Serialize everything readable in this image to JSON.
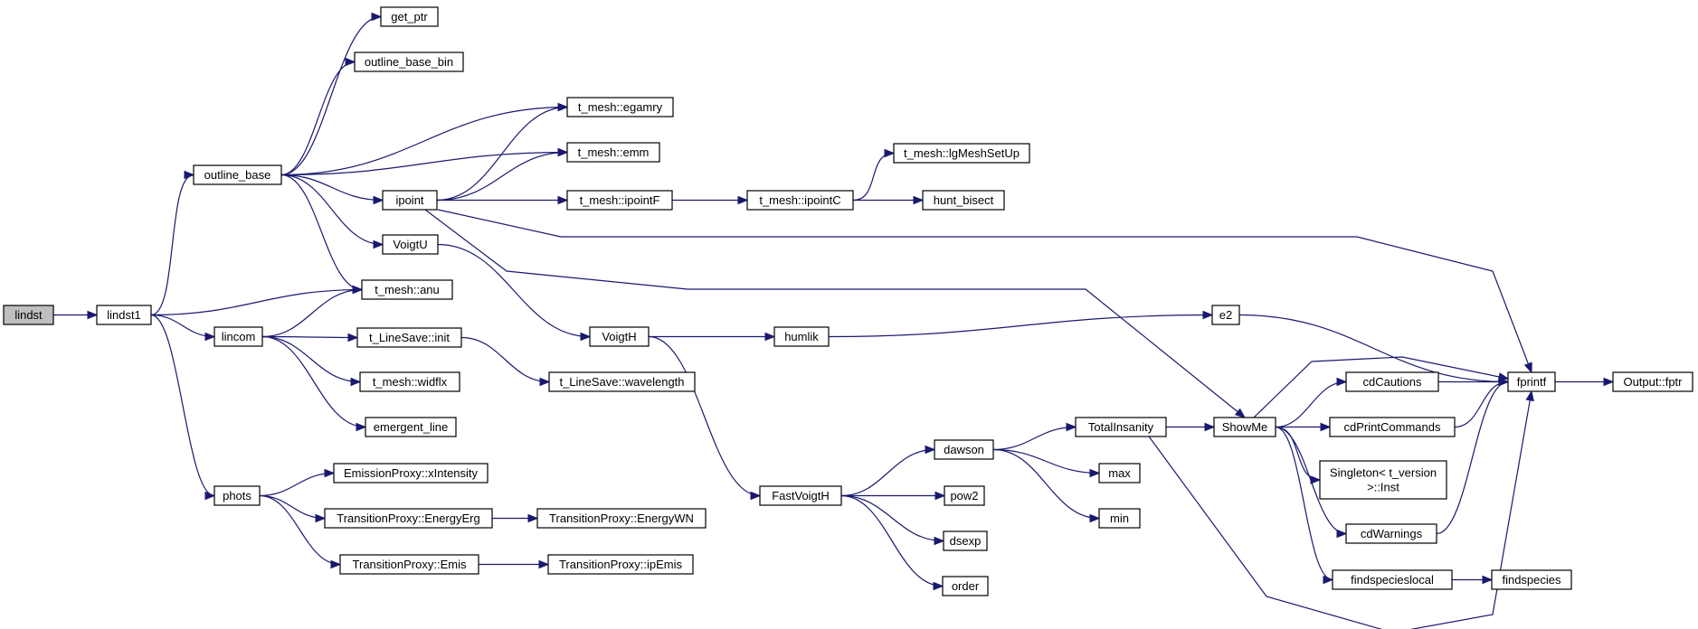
{
  "diagram": {
    "type": "call-graph",
    "edge_color": "#191970",
    "root_fill": "#bfbfbf",
    "nodes": [
      {
        "id": "lindst",
        "label": "lindst",
        "root": true
      },
      {
        "id": "lindst1",
        "label": "lindst1"
      },
      {
        "id": "outline_base",
        "label": "outline_base"
      },
      {
        "id": "lincom",
        "label": "lincom"
      },
      {
        "id": "phots",
        "label": "phots"
      },
      {
        "id": "get_ptr",
        "label": "get_ptr"
      },
      {
        "id": "outline_base_bin",
        "label": "outline_base_bin"
      },
      {
        "id": "egamry",
        "label": "t_mesh::egamry"
      },
      {
        "id": "emm",
        "label": "t_mesh::emm"
      },
      {
        "id": "ipoint",
        "label": "ipoint"
      },
      {
        "id": "VoigtU",
        "label": "VoigtU"
      },
      {
        "id": "anu",
        "label": "t_mesh::anu"
      },
      {
        "id": "ls_init",
        "label": "t_LineSave::init"
      },
      {
        "id": "widflx",
        "label": "t_mesh::widflx"
      },
      {
        "id": "emergent_line",
        "label": "emergent_line"
      },
      {
        "id": "xIntensity",
        "label": "EmissionProxy::xIntensity"
      },
      {
        "id": "EnergyErg",
        "label": "TransitionProxy::EnergyErg"
      },
      {
        "id": "Emis",
        "label": "TransitionProxy::Emis"
      },
      {
        "id": "ipointF",
        "label": "t_mesh::ipointF"
      },
      {
        "id": "ipointC",
        "label": "t_mesh::ipointC"
      },
      {
        "id": "lgMeshSetUp",
        "label": "t_mesh::lgMeshSetUp"
      },
      {
        "id": "hunt_bisect",
        "label": "hunt_bisect"
      },
      {
        "id": "VoigtH",
        "label": "VoigtH"
      },
      {
        "id": "wavelength",
        "label": "t_LineSave::wavelength"
      },
      {
        "id": "EnergyWN",
        "label": "TransitionProxy::EnergyWN"
      },
      {
        "id": "ipEmis",
        "label": "TransitionProxy::ipEmis"
      },
      {
        "id": "humlik",
        "label": "humlik"
      },
      {
        "id": "e2",
        "label": "e2"
      },
      {
        "id": "FastVoigtH",
        "label": "FastVoigtH"
      },
      {
        "id": "dawson",
        "label": "dawson"
      },
      {
        "id": "pow2",
        "label": "pow2"
      },
      {
        "id": "dsexp",
        "label": "dsexp"
      },
      {
        "id": "order",
        "label": "order"
      },
      {
        "id": "TotalInsanity",
        "label": "TotalInsanity"
      },
      {
        "id": "max",
        "label": "max"
      },
      {
        "id": "min",
        "label": "min"
      },
      {
        "id": "ShowMe",
        "label": "ShowMe"
      },
      {
        "id": "cdCautions",
        "label": "cdCautions"
      },
      {
        "id": "cdPrintCommands",
        "label": "cdPrintCommands"
      },
      {
        "id": "Singleton",
        "label": "Singleton< t_version\n>::Inst"
      },
      {
        "id": "cdWarnings",
        "label": "cdWarnings"
      },
      {
        "id": "findspecieslocal",
        "label": "findspecieslocal"
      },
      {
        "id": "findspecies",
        "label": "findspecies"
      },
      {
        "id": "fprintf",
        "label": "fprintf"
      },
      {
        "id": "fptr",
        "label": "Output::fptr"
      }
    ],
    "edges": [
      [
        "lindst",
        "lindst1"
      ],
      [
        "lindst1",
        "outline_base"
      ],
      [
        "lindst1",
        "anu"
      ],
      [
        "lindst1",
        "lincom"
      ],
      [
        "lindst1",
        "phots"
      ],
      [
        "outline_base",
        "get_ptr"
      ],
      [
        "outline_base",
        "outline_base_bin"
      ],
      [
        "outline_base",
        "egamry"
      ],
      [
        "outline_base",
        "emm"
      ],
      [
        "outline_base",
        "ipoint"
      ],
      [
        "outline_base",
        "VoigtU"
      ],
      [
        "outline_base",
        "anu"
      ],
      [
        "lincom",
        "anu"
      ],
      [
        "lincom",
        "ls_init"
      ],
      [
        "lincom",
        "widflx"
      ],
      [
        "lincom",
        "emergent_line"
      ],
      [
        "phots",
        "xIntensity"
      ],
      [
        "phots",
        "EnergyErg"
      ],
      [
        "phots",
        "Emis"
      ],
      [
        "ipoint",
        "egamry"
      ],
      [
        "ipoint",
        "emm"
      ],
      [
        "ipoint",
        "ipointF"
      ],
      [
        "ipoint",
        "fprintf"
      ],
      [
        "ipoint",
        "ShowMe"
      ],
      [
        "ipointF",
        "ipointC"
      ],
      [
        "ipointC",
        "lgMeshSetUp"
      ],
      [
        "ipointC",
        "hunt_bisect"
      ],
      [
        "VoigtU",
        "VoigtH"
      ],
      [
        "ls_init",
        "wavelength"
      ],
      [
        "EnergyErg",
        "EnergyWN"
      ],
      [
        "Emis",
        "ipEmis"
      ],
      [
        "VoigtH",
        "humlik"
      ],
      [
        "VoigtH",
        "FastVoigtH"
      ],
      [
        "humlik",
        "e2"
      ],
      [
        "e2",
        "fprintf"
      ],
      [
        "FastVoigtH",
        "dawson"
      ],
      [
        "FastVoigtH",
        "pow2"
      ],
      [
        "FastVoigtH",
        "dsexp"
      ],
      [
        "FastVoigtH",
        "order"
      ],
      [
        "dawson",
        "TotalInsanity"
      ],
      [
        "dawson",
        "max"
      ],
      [
        "dawson",
        "min"
      ],
      [
        "TotalInsanity",
        "ShowMe"
      ],
      [
        "TotalInsanity",
        "fprintf"
      ],
      [
        "ShowMe",
        "fprintf"
      ],
      [
        "ShowMe",
        "cdCautions"
      ],
      [
        "ShowMe",
        "cdPrintCommands"
      ],
      [
        "ShowMe",
        "Singleton"
      ],
      [
        "ShowMe",
        "cdWarnings"
      ],
      [
        "ShowMe",
        "findspecieslocal"
      ],
      [
        "cdCautions",
        "fprintf"
      ],
      [
        "cdPrintCommands",
        "fprintf"
      ],
      [
        "cdWarnings",
        "fprintf"
      ],
      [
        "findspecieslocal",
        "findspecies"
      ],
      [
        "fprintf",
        "fptr"
      ]
    ]
  }
}
